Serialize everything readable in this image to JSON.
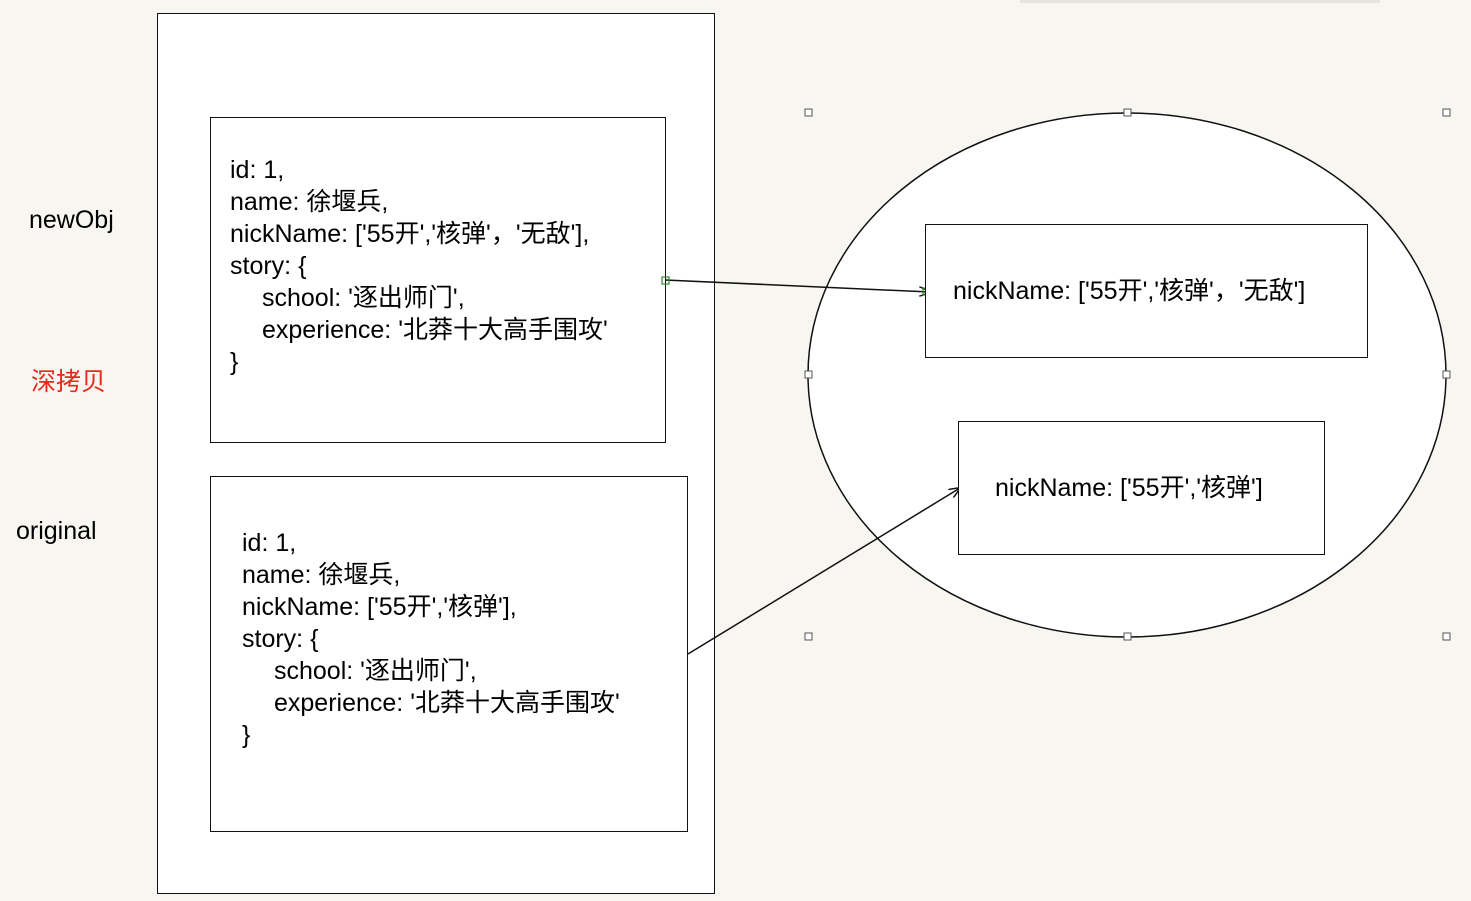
{
  "labels": {
    "new_obj": "newObj",
    "deep_copy": "深拷贝",
    "original": "original"
  },
  "new_obj_box": {
    "lines": [
      "id: 1,",
      "name: 徐堰兵,",
      "nickName: ['55开','核弹'，'无敌'],",
      "story: {",
      "school: '逐出师门',",
      "experience: '北莽十大高手围攻'",
      "}"
    ]
  },
  "original_box": {
    "lines": [
      "id: 1,",
      "name: 徐堰兵,",
      "nickName: ['55开','核弹'],",
      "story: {",
      "school: '逐出师门',",
      "experience: '北莽十大高手围攻'",
      "}"
    ]
  },
  "heap": {
    "new_nickname": "nickName: ['55开','核弹'，'无敌']",
    "original_nickname": "nickName: ['55开','核弹']"
  },
  "colors": {
    "background": "#f8f6f0",
    "red_label": "#e8281e",
    "stroke": "#111111",
    "handle_green": "#2e8b2e"
  }
}
